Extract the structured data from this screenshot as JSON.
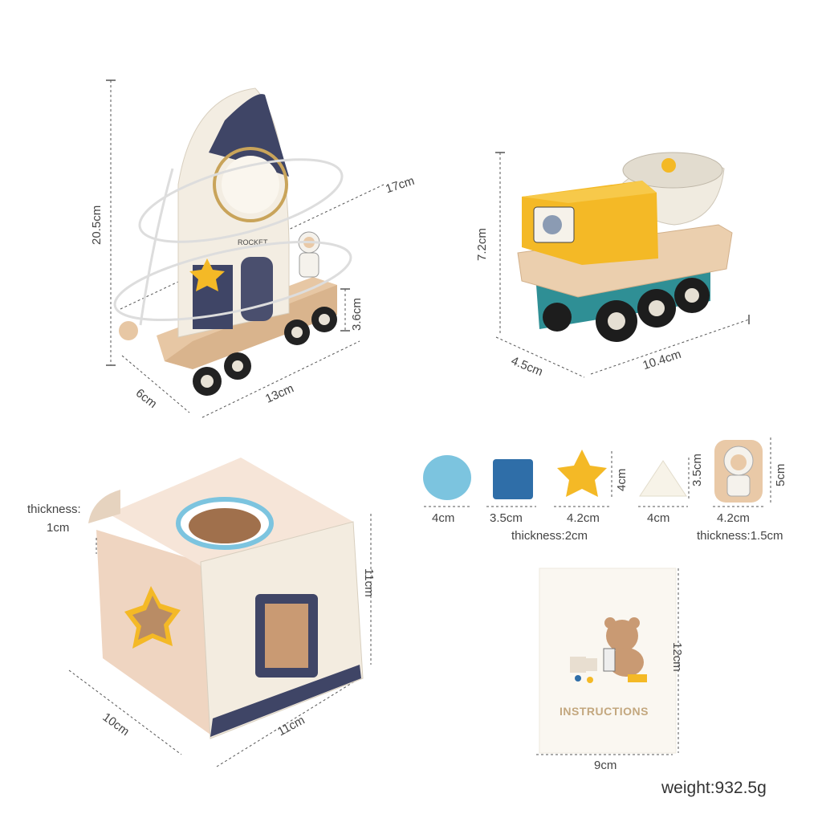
{
  "rocket": {
    "height": "20.5cm",
    "loop": "17cm",
    "wheel_height": "3.6cm",
    "depth": "6cm",
    "length": "13cm",
    "badge": "ROCKET"
  },
  "rover": {
    "height": "7.2cm",
    "depth": "4.5cm",
    "length": "10.4cm"
  },
  "shapes": {
    "circle": "4cm",
    "square": "3.5cm",
    "star_w": "4.2cm",
    "star_h": "4cm",
    "star_thickness": "thickness:2cm",
    "triangle_w": "4cm",
    "triangle_h": "3.5cm",
    "astronaut_w": "4.2cm",
    "astronaut_h": "5cm",
    "astronaut_thickness": "thickness:1.5cm"
  },
  "box": {
    "thickness_label": "thickness:",
    "thickness_value": "1cm",
    "height": "11cm",
    "depth": "10cm",
    "width": "11cm"
  },
  "card": {
    "title": "INSTRUCTIONS",
    "height": "12cm",
    "width": "9cm"
  },
  "weight": "weight:932.5g",
  "colors": {
    "navy": "#3f4566",
    "yellow": "#f4b926",
    "teal": "#2f8f95",
    "wood": "#e9c9a7",
    "cream": "#f3eee4",
    "blue": "#2f6ea8",
    "sky": "#7cc4df"
  }
}
